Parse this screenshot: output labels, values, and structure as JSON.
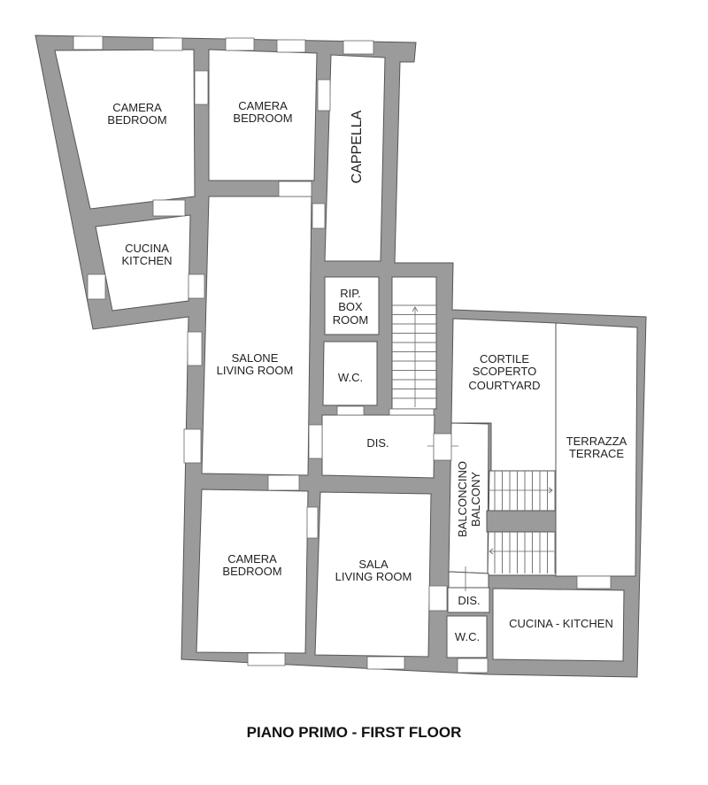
{
  "title": "PIANO PRIMO - FIRST FLOOR",
  "rooms": {
    "bedroom1": [
      "CAMERA",
      "BEDROOM"
    ],
    "bedroom2": [
      "CAMERA",
      "BEDROOM"
    ],
    "chapel": [
      "CAPPELLA"
    ],
    "kitchen1": [
      "CUCINA",
      "KITCHEN"
    ],
    "living1": [
      "SALONE",
      "LIVING ROOM"
    ],
    "boxroom": [
      "RIP.",
      "BOX",
      "ROOM"
    ],
    "wc1": [
      "W.C."
    ],
    "dis1": [
      "DIS."
    ],
    "courtyard": [
      "CORTILE",
      "SCOPERTO",
      "COURTYARD"
    ],
    "terrace": [
      "TERRAZZA",
      "TERRACE"
    ],
    "balcony": [
      "BALCONCINO",
      "BALCONY"
    ],
    "bedroom3": [
      "CAMERA",
      "BEDROOM"
    ],
    "living2": [
      "SALA",
      "LIVING ROOM"
    ],
    "dis2": [
      "DIS."
    ],
    "wc2": [
      "W.C."
    ],
    "kitchen2": [
      "CUCINA - KITCHEN"
    ]
  },
  "colors": {
    "wall": "#9b9b9b",
    "floor": "#ffffff"
  }
}
